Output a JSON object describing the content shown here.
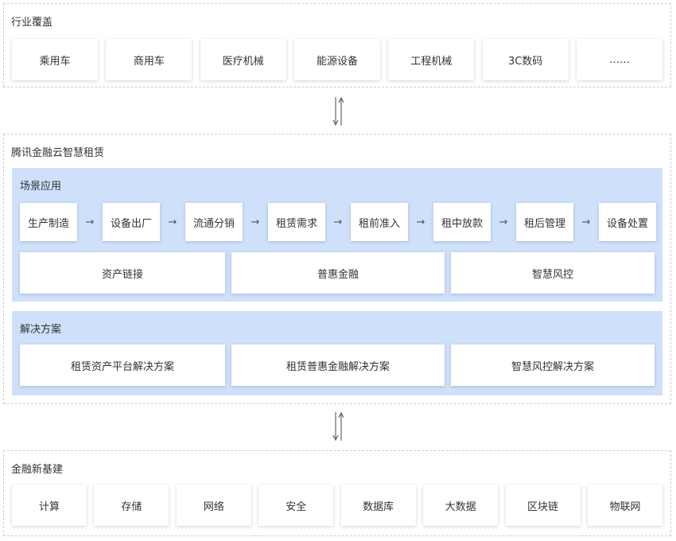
{
  "industry": {
    "title": "行业覆盖",
    "items": [
      "乘用车",
      "商用车",
      "医疗机械",
      "能源设备",
      "工程机械",
      "3C数码",
      "……"
    ]
  },
  "platform": {
    "title": "腾讯金融云智慧租赁",
    "scenario": {
      "title": "场景应用",
      "flow": [
        "生产制造",
        "设备出厂",
        "流通分销",
        "租赁需求",
        "租前准入",
        "租中放款",
        "租后管理",
        "设备处置"
      ],
      "arrow": "→",
      "pillars": [
        "资产链接",
        "普惠金融",
        "智慧风控"
      ]
    },
    "solutions": {
      "title": "解决方案",
      "items": [
        "租赁资产平台解决方案",
        "租赁普惠金融解决方案",
        "智慧风控解决方案"
      ]
    }
  },
  "infrastructure": {
    "title": "金融新基建",
    "items": [
      "计算",
      "存储",
      "网络",
      "安全",
      "数据库",
      "大数据",
      "区块链",
      "物联网"
    ]
  },
  "colors": {
    "panel_bg": "#cfe0fb",
    "border_dashed": "#c9cdd3",
    "text": "#333333"
  }
}
